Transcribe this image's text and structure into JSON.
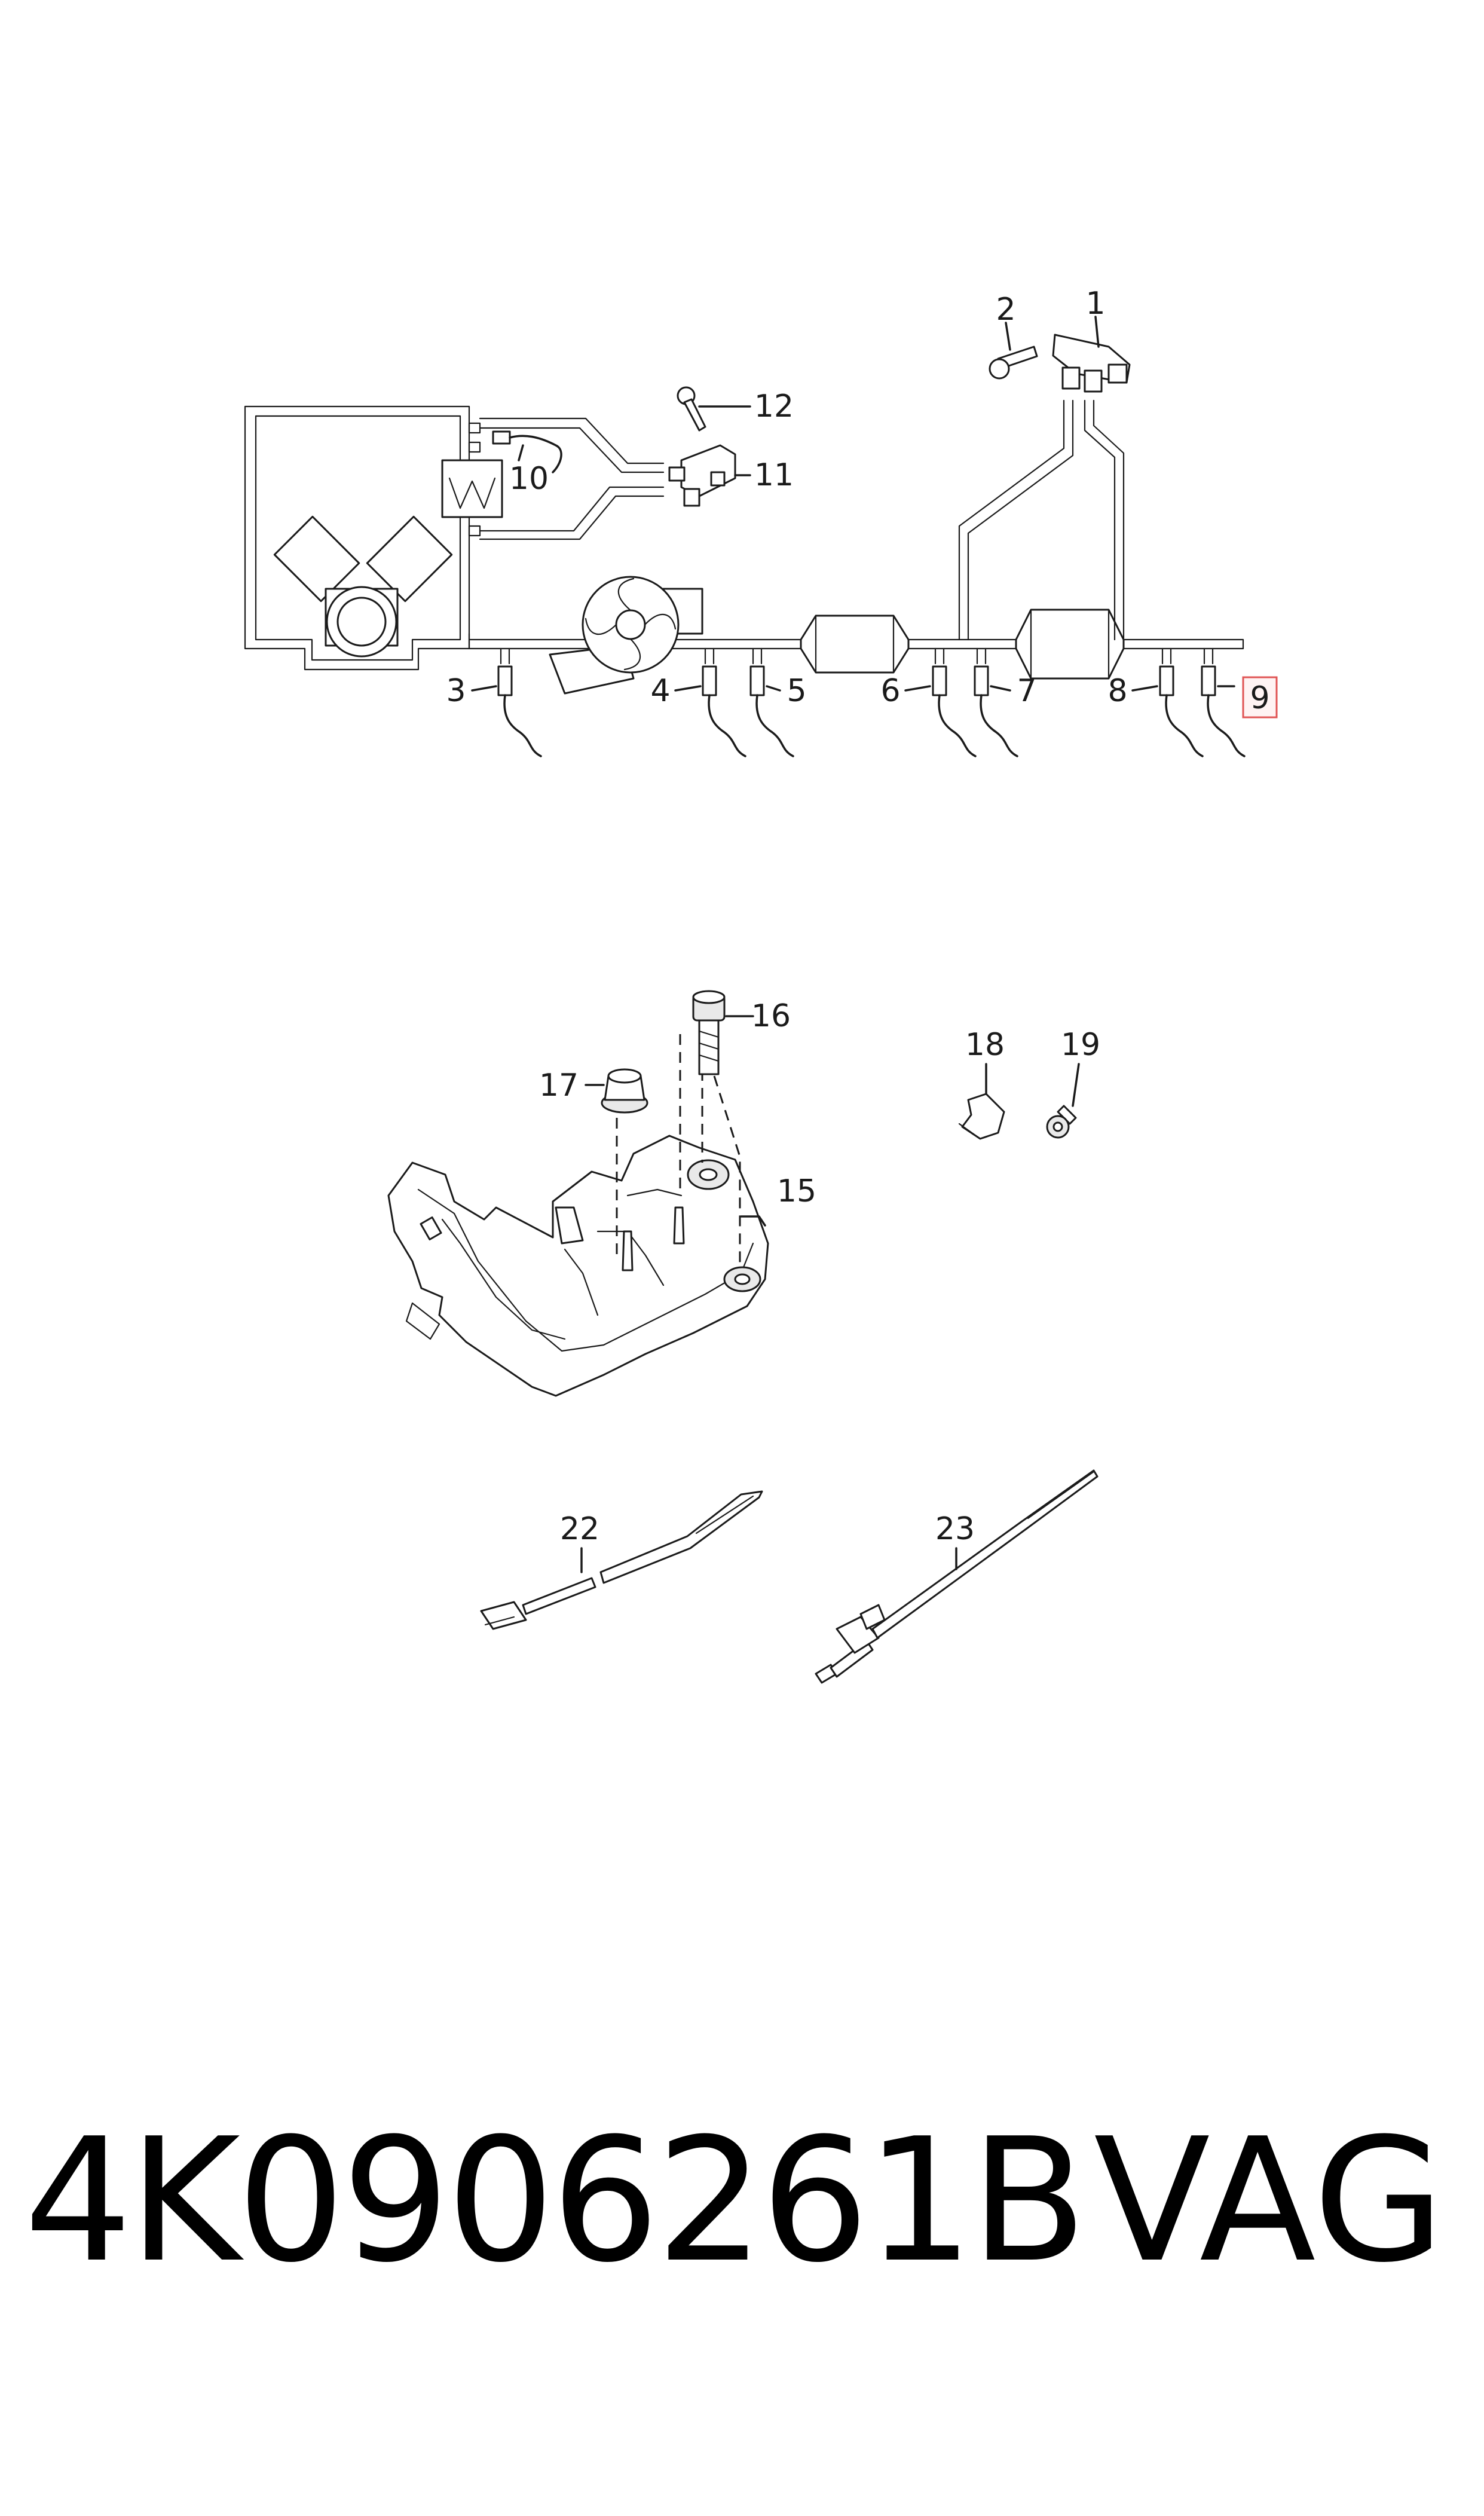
{
  "callouts": {
    "c1": "1",
    "c2": "2",
    "c3": "3",
    "c4": "4",
    "c5": "5",
    "c6": "6",
    "c7": "7",
    "c8": "8",
    "c9": "9",
    "c10": "10",
    "c11": "11",
    "c12": "12",
    "c15": "15",
    "c16": "16",
    "c17": "17",
    "c18": "18",
    "c19": "19",
    "c22": "22",
    "c23": "23"
  },
  "highlighted_callout": "9",
  "footer": {
    "part_number": "4K0906261B",
    "brand": "VAG"
  }
}
